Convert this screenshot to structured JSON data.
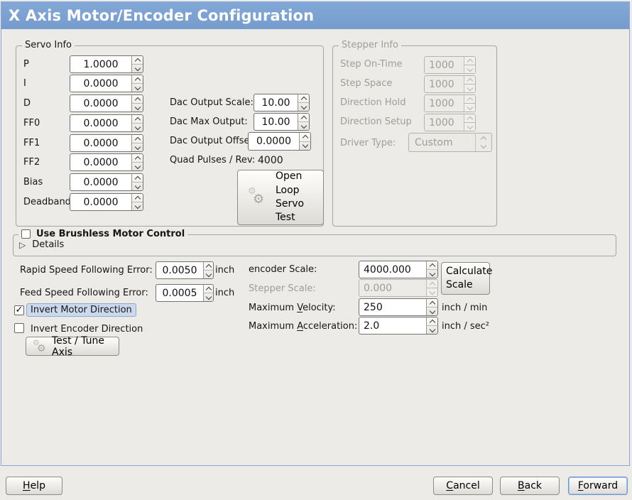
{
  "window": {
    "title": "X Axis Motor/Encoder Configuration"
  },
  "colors": {
    "titlebar": "#7ba2d4",
    "panel_border": "#8ba6d4",
    "focus_highlight": "#ccd9ec"
  },
  "icons": {
    "gear": "⚙",
    "check": "✓",
    "expander": "▷"
  },
  "servo_info": {
    "title": "Servo Info",
    "fields": [
      {
        "label": "P",
        "value": "1.0000"
      },
      {
        "label": "I",
        "value": "0.0000"
      },
      {
        "label": "D",
        "value": "0.0000"
      },
      {
        "label": "FF0",
        "value": "0.0000"
      },
      {
        "label": "FF1",
        "value": "0.0000"
      },
      {
        "label": "FF2",
        "value": "0.0000"
      },
      {
        "label": "Bias",
        "value": "0.0000"
      },
      {
        "label": "Deadband",
        "value": "0.0000"
      }
    ]
  },
  "dac": {
    "output_scale_label": "Dac Output Scale:",
    "output_scale": "10.00",
    "max_output_label": "Dac Max Output:",
    "max_output": "10.00",
    "output_offset_label": "Dac Output Offset:",
    "output_offset": "0.0000",
    "quad_pulses_label": "Quad Pulses / Rev:",
    "quad_pulses": "4000"
  },
  "open_loop": {
    "label": "Open\nLoop\nServo\nTest"
  },
  "stepper_info": {
    "title": "Stepper Info",
    "fields": [
      {
        "label": "Step On-Time",
        "value": "1000"
      },
      {
        "label": "Step Space",
        "value": "1000"
      },
      {
        "label": "Direction Hold",
        "value": "1000"
      },
      {
        "label": "Direction Setup",
        "value": "1000"
      }
    ],
    "driver_type_label": "Driver Type:",
    "driver_type_value": "Custom"
  },
  "brushless": {
    "checkbox_label": "Use Brushless Motor Control",
    "details_label": "Details"
  },
  "following_error": {
    "rapid_label": "Rapid Speed Following Error:",
    "rapid_value": "0.0050",
    "rapid_unit": "inch",
    "feed_label": "Feed Speed Following Error:",
    "feed_value": "0.0005",
    "feed_unit": "inch"
  },
  "scales": {
    "encoder_label": "encoder Scale:",
    "encoder_value": "4000.000",
    "calculate_button": "Calculate\nScale",
    "stepper_label": "Stepper Scale:",
    "stepper_value": "0.000",
    "max_velocity": {
      "label": "Maximum Velocity:",
      "underline_index": 8,
      "value": "250",
      "unit": "inch / min"
    },
    "max_accel": {
      "label": "Maximum Acceleration:",
      "underline_index": 8,
      "value": "2.0",
      "unit": "inch / sec²"
    }
  },
  "direction": {
    "invert_motor": "Invert Motor Direction",
    "invert_encoder": "Invert Encoder Direction",
    "test_tune_button": "Test / Tune Axis"
  },
  "footer": {
    "help": {
      "label": "Help",
      "underline_index": 0
    },
    "cancel": {
      "label": "Cancel",
      "underline_index": 0
    },
    "back": {
      "label": "Back",
      "underline_index": 0
    },
    "forward": {
      "label": "Forward",
      "underline_index": 0
    }
  }
}
